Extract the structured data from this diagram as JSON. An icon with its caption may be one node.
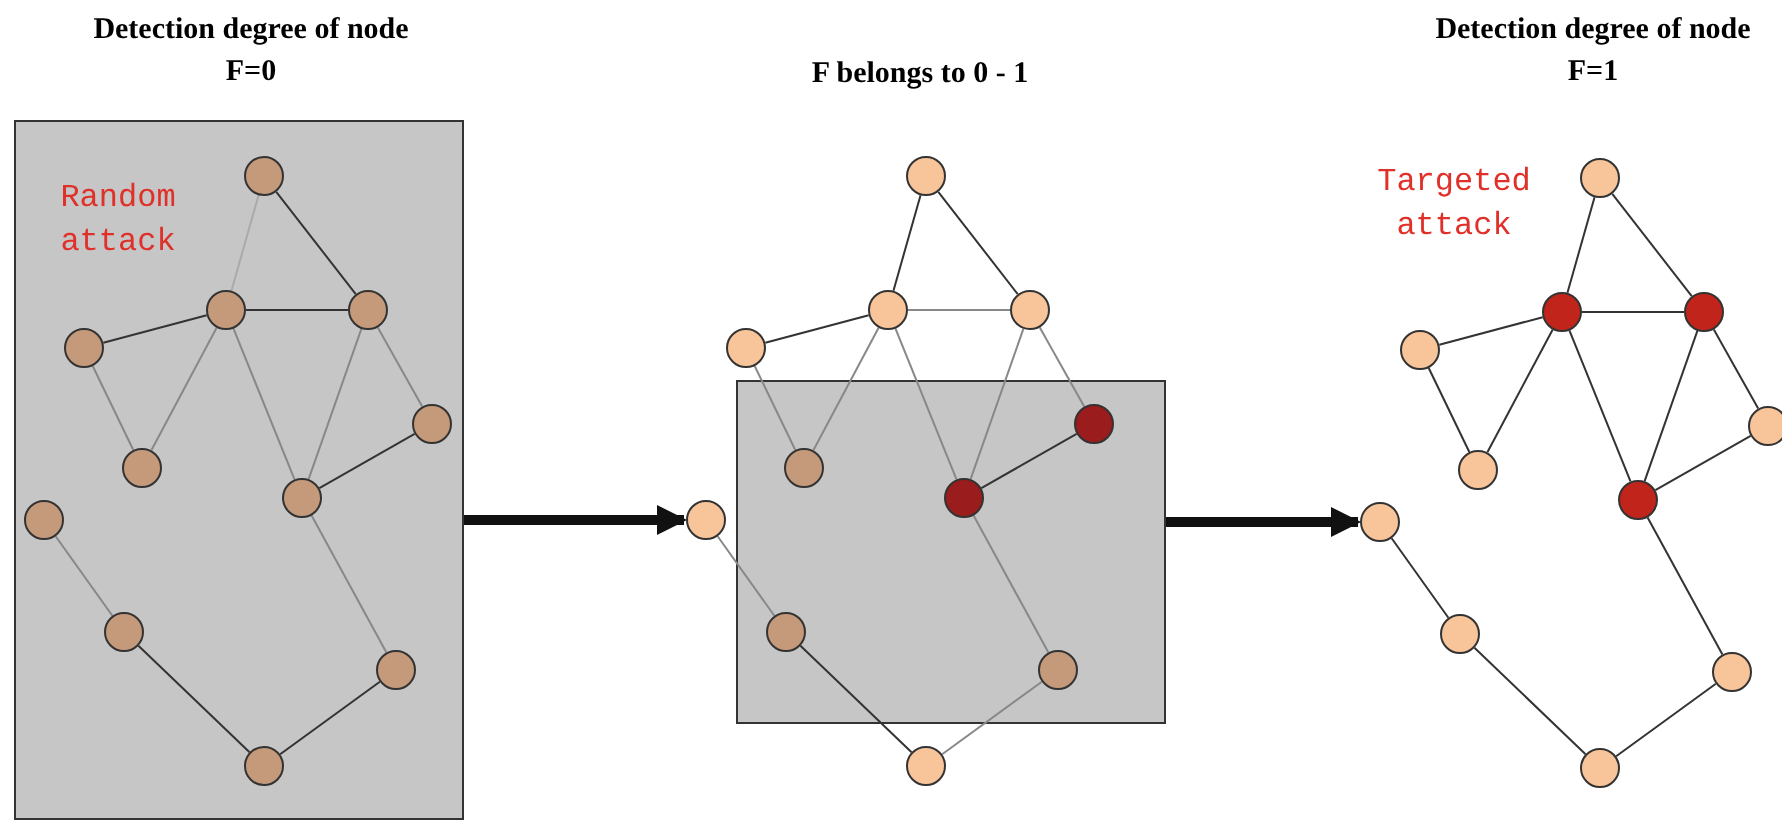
{
  "diagram": {
    "nodes": [
      {
        "text": [
          "Random attack"
        ]
      },
      {
        "text": [],
        "shape": "circle",
        "in": 0
      },
      {
        "text": [],
        "shape": "circle",
        "in": 0
      },
      {
        "text": [],
        "shape": "circle",
        "in": 0
      },
      {
        "text": [],
        "shape": "circle",
        "in": 0
      },
      {
        "text": [],
        "shape": "circle",
        "in": 0
      },
      {
        "text": [],
        "shape": "circle",
        "in": 0
      },
      {
        "text": [],
        "shape": "circle",
        "in": 0
      },
      {
        "text": [],
        "shape": "circle",
        "in": 0
      },
      {
        "text": [],
        "shape": "circle",
        "in": 0
      },
      {
        "text": [],
        "shape": "circle",
        "in": 0
      },
      {
        "text": [],
        "shape": "circle",
        "in": 0
      },
      {
        "text": [],
        "shape": "box"
      },
      {
        "text": [],
        "shape": "circle"
      },
      {
        "text": [],
        "shape": "circle"
      },
      {
        "text": [],
        "shape": "circle"
      },
      {
        "text": [],
        "shape": "circle"
      },
      {
        "text": [],
        "shape": "circle",
        "in": 12
      },
      {
        "text": [],
        "shape": "circle",
        "in": 12
      },
      {
        "text": [],
        "shape": "circle",
        "in": 12
      },
      {
        "text": [],
        "shape": "circle"
      },
      {
        "text": [],
        "shape": "circle",
        "in": 12
      },
      {
        "text": [],
        "shape": "circle",
        "in": 12
      },
      {
        "text": [],
        "shape": "circle"
      },
      {
        "text": [],
        "shape": "circle"
      },
      {
        "text": [],
        "shape": "circle"
      },
      {
        "text": [],
        "shape": "circle"
      },
      {
        "text": [],
        "shape": "circle"
      },
      {
        "text": [],
        "shape": "circle"
      },
      {
        "text": [],
        "shape": "circle"
      },
      {
        "text": [],
        "shape": "circle"
      },
      {
        "text": [],
        "shape": "circle"
      },
      {
        "text": [],
        "shape": "circle"
      },
      {
        "text": [],
        "shape": "circle"
      },
      {
        "text": [],
        "shape": "circle"
      }
    ],
    "edges": [
      {
        "from": 1,
        "to": 2,
        "arrow": "none",
        "color": "#aaaaaa"
      },
      {
        "from": 1,
        "to": 3,
        "arrow": "none"
      },
      {
        "from": 2,
        "to": 3,
        "arrow": "none"
      },
      {
        "from": 4,
        "to": 2,
        "arrow": "none"
      },
      {
        "from": 4,
        "to": 5,
        "arrow": "none",
        "color": "#888888"
      },
      {
        "from": 5,
        "to": 2,
        "arrow": "none",
        "color": "#888888"
      },
      {
        "from": 2,
        "to": 7,
        "arrow": "none",
        "color": "#888888"
      },
      {
        "from": 3,
        "to": 7,
        "arrow": "none",
        "color": "#888888"
      },
      {
        "from": 3,
        "to": 6,
        "arrow": "none",
        "color": "#888888"
      },
      {
        "from": 6,
        "to": 7,
        "arrow": "none"
      },
      {
        "from": 7,
        "to": 10,
        "arrow": "none",
        "color": "#888888"
      },
      {
        "from": 10,
        "to": 11,
        "arrow": "none"
      },
      {
        "from": 11,
        "to": 9,
        "arrow": "none"
      },
      {
        "from": 9,
        "to": 8,
        "arrow": "none",
        "color": "#888888"
      },
      {
        "from": 13,
        "to": 14,
        "arrow": "none"
      },
      {
        "from": 13,
        "to": 15,
        "arrow": "none"
      },
      {
        "from": 14,
        "to": 15,
        "arrow": "none",
        "color": "#888888"
      },
      {
        "from": 16,
        "to": 14,
        "arrow": "none"
      },
      {
        "from": 16,
        "to": 17,
        "arrow": "none",
        "color": "#888888"
      },
      {
        "from": 17,
        "to": 14,
        "arrow": "none",
        "color": "#888888"
      },
      {
        "from": 14,
        "to": 19,
        "arrow": "none",
        "color": "#888888"
      },
      {
        "from": 15,
        "to": 19,
        "arrow": "none",
        "color": "#888888"
      },
      {
        "from": 15,
        "to": 18,
        "arrow": "none",
        "color": "#888888"
      },
      {
        "from": 18,
        "to": 19,
        "arrow": "none"
      },
      {
        "from": 19,
        "to": 22,
        "arrow": "none",
        "color": "#888888"
      },
      {
        "from": 22,
        "to": 23,
        "arrow": "none",
        "color": "#888888"
      },
      {
        "from": 23,
        "to": 21,
        "arrow": "none"
      },
      {
        "from": 21,
        "to": 20,
        "arrow": "none",
        "color": "#888888"
      },
      {
        "from": 24,
        "to": 25,
        "arrow": "none"
      },
      {
        "from": 24,
        "to": 26,
        "arrow": "none"
      },
      {
        "from": 25,
        "to": 26,
        "arrow": "none"
      },
      {
        "from": 27,
        "to": 25,
        "arrow": "none"
      },
      {
        "from": 27,
        "to": 28,
        "arrow": "none"
      },
      {
        "from": 28,
        "to": 25,
        "arrow": "none"
      },
      {
        "from": 25,
        "to": 30,
        "arrow": "none"
      },
      {
        "from": 26,
        "to": 30,
        "arrow": "none"
      },
      {
        "from": 26,
        "to": 29,
        "arrow": "none"
      },
      {
        "from": 29,
        "to": 30,
        "arrow": "none"
      },
      {
        "from": 30,
        "to": 33,
        "arrow": "none"
      },
      {
        "from": 33,
        "to": 34,
        "arrow": "none"
      },
      {
        "from": 34,
        "to": 32,
        "arrow": "none"
      },
      {
        "from": 32,
        "to": 31,
        "arrow": "none"
      },
      {
        "from": 0,
        "to": 20,
        "arrow": "to",
        "style": "thick",
        "color": "#111111"
      },
      {
        "from": 12,
        "to": 31,
        "arrow": "to",
        "style": "thick",
        "color": "#111111"
      }
    ],
    "labels": [
      "Detection degree of node F=0",
      "F belongs to 0 - 1",
      "Detection degree of node F=1",
      "Targeted attack"
    ]
  }
}
